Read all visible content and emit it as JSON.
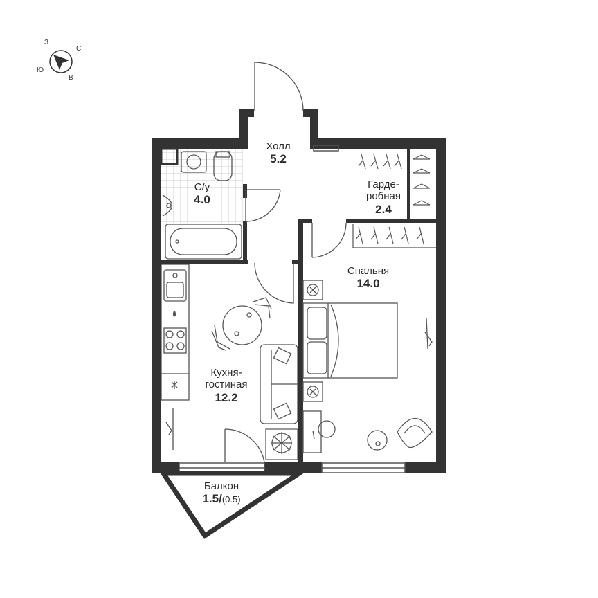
{
  "compass": {
    "north": "С",
    "south": "Ю",
    "east": "В",
    "west": "З",
    "icon": "compass-arrow-icon"
  },
  "rooms": {
    "hall": {
      "name": "Холл",
      "area": "5.2"
    },
    "bathroom": {
      "name": "С/у",
      "area": "4.0"
    },
    "wardrobe": {
      "name_line1": "Гарде-",
      "name_line2": "робная",
      "area": "2.4"
    },
    "bedroom": {
      "name": "Спальня",
      "area": "14.0"
    },
    "kitchen": {
      "name_line1": "Кухня-",
      "name_line2": "гостиная",
      "area": "12.2"
    },
    "balcony": {
      "name": "Балкон",
      "area": "1.5/",
      "area_reduced": "(0.5)"
    }
  },
  "colors": {
    "wall": "#333333",
    "line": "#555555",
    "tile": "#cfcfcf"
  }
}
